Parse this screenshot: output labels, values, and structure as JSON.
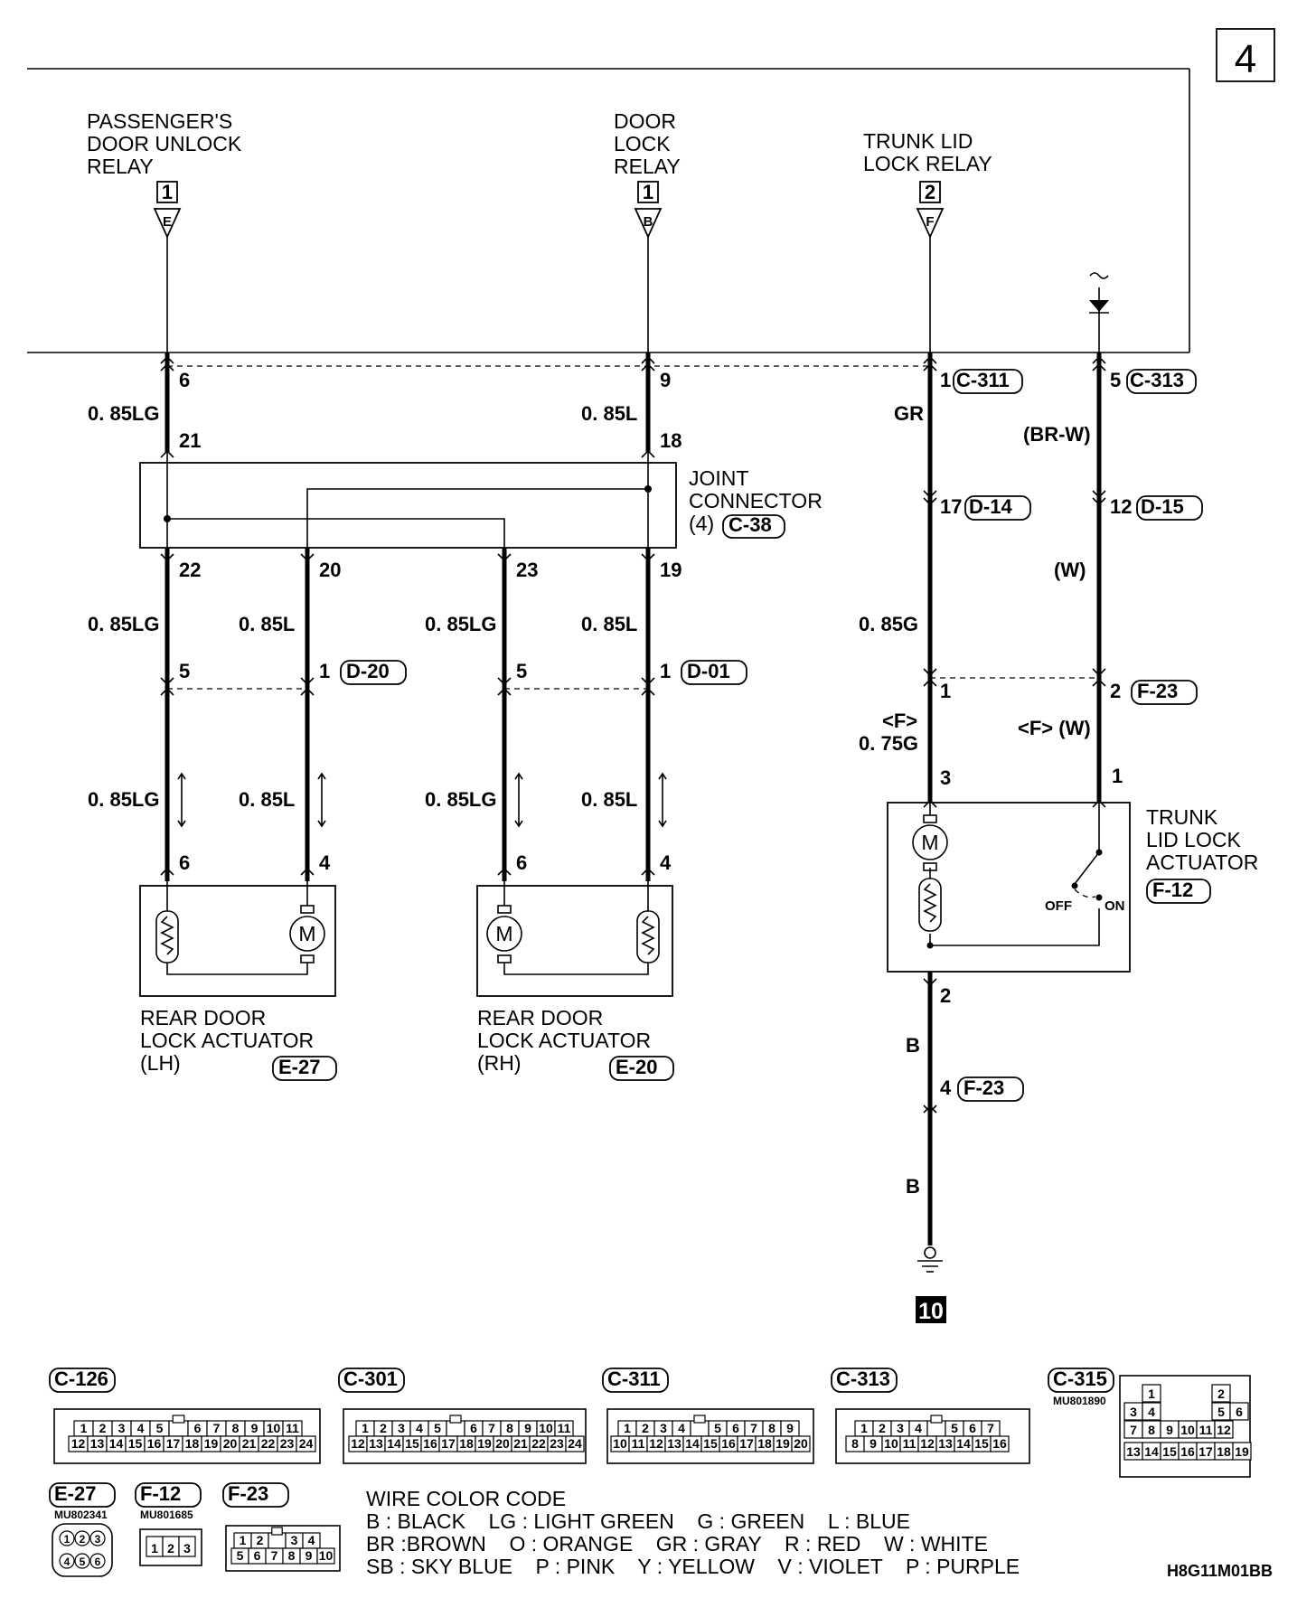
{
  "page_number": "4",
  "relays": [
    {
      "name_lines": [
        "PASSENGER'S",
        "DOOR UNLOCK",
        "RELAY"
      ],
      "num": "1",
      "letter": "E"
    },
    {
      "name_lines": [
        "DOOR",
        "LOCK",
        "RELAY"
      ],
      "num": "1",
      "letter": "B"
    },
    {
      "name_lines": [
        "TRUNK LID",
        "LOCK RELAY"
      ],
      "num": "2",
      "letter": "F"
    }
  ],
  "pins": {
    "p6": "6",
    "p9": "9",
    "p1": "1",
    "p5": "5",
    "p21": "21",
    "p18": "18",
    "p17": "17",
    "p12": "12",
    "p22": "22",
    "p20": "20",
    "p23": "23",
    "p19": "19",
    "lh5": "5",
    "lh1": "1",
    "rh5": "5",
    "rh1": "1",
    "t1": "1",
    "t2": "2",
    "lh6": "6",
    "lh4": "4",
    "rh6": "6",
    "rh4": "4",
    "act3": "3",
    "act1": "1",
    "act2": "2",
    "f4": "4"
  },
  "wires": {
    "lg1": "0. 85LG",
    "l1": "0. 85L",
    "gr": "GR",
    "brw": "(BR-W)",
    "lg2": "0. 85LG",
    "l2": "0. 85L",
    "lg3": "0. 85LG",
    "l3": "0. 85L",
    "g85": "0. 85G",
    "w": "(W)",
    "f_tag": "<F>",
    "g75": "0. 75G",
    "fw": "<F> (W)",
    "lg4": "0. 85LG",
    "l4": "0. 85L",
    "lg5": "0. 85LG",
    "l5": "0. 85L",
    "b1": "B",
    "b2": "B"
  },
  "connectors": {
    "c311": "C-311",
    "c313": "C-313",
    "c38": "C-38",
    "d14": "D-14",
    "d15": "D-15",
    "d20": "D-20",
    "d01": "D-01",
    "f23a": "F-23",
    "f12": "F-12",
    "e27": "E-27",
    "e20": "E-20",
    "f23b": "F-23"
  },
  "joint_connector": {
    "line1": "JOINT",
    "line2": "CONNECTOR",
    "line3": "(4)"
  },
  "trunk_actuator": {
    "lines": [
      "TRUNK",
      "LID LOCK",
      "ACTUATOR"
    ],
    "off": "OFF",
    "on": "ON"
  },
  "motor": "M",
  "rear_lh": {
    "lines": [
      "REAR DOOR",
      "LOCK ACTUATOR",
      "(LH)"
    ]
  },
  "rear_rh": {
    "lines": [
      "REAR DOOR",
      "LOCK ACTUATOR",
      "(RH)"
    ]
  },
  "ground_number": "10",
  "connector_views": {
    "c126": {
      "label": "C-126",
      "row1": [
        "1",
        "2",
        "3",
        "4",
        "5",
        "",
        "6",
        "7",
        "8",
        "9",
        "10",
        "11"
      ],
      "row2": [
        "12",
        "13",
        "14",
        "15",
        "16",
        "17",
        "18",
        "19",
        "20",
        "21",
        "22",
        "23",
        "24"
      ]
    },
    "c301": {
      "label": "C-301",
      "row1": [
        "1",
        "2",
        "3",
        "4",
        "5",
        "",
        "6",
        "7",
        "8",
        "9",
        "10",
        "11"
      ],
      "row2": [
        "12",
        "13",
        "14",
        "15",
        "16",
        "17",
        "18",
        "19",
        "20",
        "21",
        "22",
        "23",
        "24"
      ]
    },
    "c311": {
      "label": "C-311",
      "row1": [
        "1",
        "2",
        "3",
        "4",
        "",
        "5",
        "6",
        "7",
        "8",
        "9"
      ],
      "row2": [
        "10",
        "11",
        "12",
        "13",
        "14",
        "15",
        "16",
        "17",
        "18",
        "19",
        "20"
      ]
    },
    "c313": {
      "label": "C-313",
      "row1": [
        "1",
        "2",
        "3",
        "4",
        "",
        "5",
        "6",
        "7"
      ],
      "row2": [
        "8",
        "9",
        "10",
        "11",
        "12",
        "13",
        "14",
        "15",
        "16"
      ]
    },
    "c315": {
      "label": "C-315",
      "part": "MU801890",
      "row1": [
        "1",
        "2"
      ],
      "row2": [
        "3",
        "4",
        "5",
        "6"
      ],
      "row3": [
        "7",
        "8",
        "9",
        "10",
        "11",
        "12"
      ],
      "row4": [
        "13",
        "14",
        "15",
        "16",
        "17",
        "18",
        "19"
      ]
    },
    "e27": {
      "label": "E-27",
      "part": "MU802341",
      "row1": [
        "1",
        "2",
        "3"
      ],
      "row2": [
        "4",
        "5",
        "6"
      ]
    },
    "f12": {
      "label": "F-12",
      "part": "MU801685",
      "row1": [
        "1",
        "2",
        "3"
      ]
    },
    "f23": {
      "label": "F-23",
      "row1": [
        "1",
        "2",
        "",
        "3",
        "4"
      ],
      "row2": [
        "5",
        "6",
        "7",
        "8",
        "9",
        "10"
      ]
    }
  },
  "wire_color_code": {
    "title": "WIRE COLOR CODE",
    "line1": "B : BLACK    LG : LIGHT GREEN    G : GREEN    L : BLUE",
    "line2": "BR :BROWN    O : ORANGE    GR : GRAY    R : RED    W : WHITE",
    "line3": "SB : SKY BLUE    P : PINK    Y : YELLOW    V : VIOLET    P : PURPLE"
  },
  "figure_code": "H8G11M01BB"
}
